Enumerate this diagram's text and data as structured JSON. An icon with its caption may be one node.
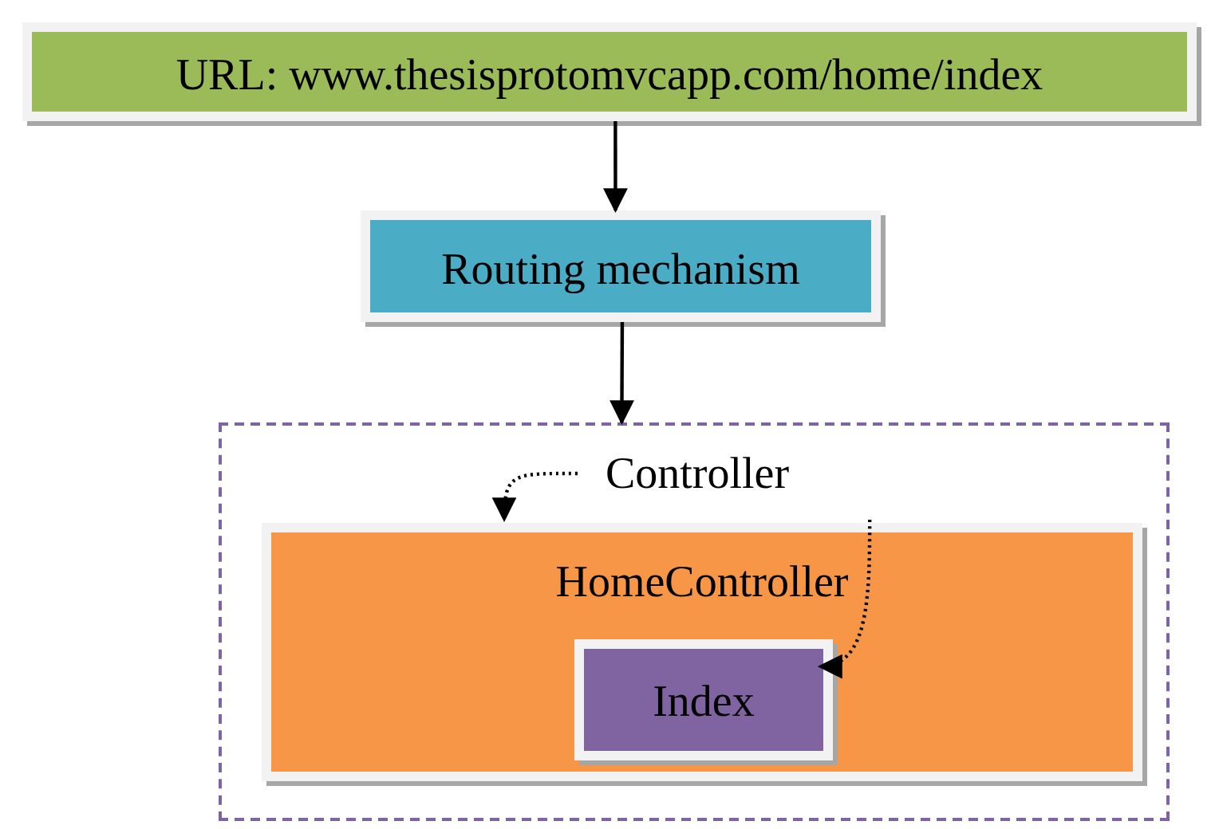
{
  "diagram": {
    "nodes": [
      {
        "text": [
          "URL: www.thesisprotomvcapp.com/home/index"
        ]
      },
      {
        "text": [
          "Routing mechanism"
        ]
      },
      {
        "text": [],
        "shape": "box"
      },
      {
        "text": [
          "Controller"
        ],
        "in": 2
      },
      {
        "text": [
          "HomeController"
        ],
        "in": 2
      },
      {
        "text": [
          "Index"
        ],
        "in": 4
      }
    ],
    "edges": [
      {
        "from": 0,
        "to": 1,
        "arrow": "to"
      },
      {
        "from": 1,
        "to": 2,
        "arrow": "to"
      },
      {
        "from": 3,
        "to": 4,
        "arrow": "to",
        "style": "dashed"
      },
      {
        "from": 4,
        "to": 5,
        "arrow": "to",
        "style": "dashed"
      }
    ]
  }
}
